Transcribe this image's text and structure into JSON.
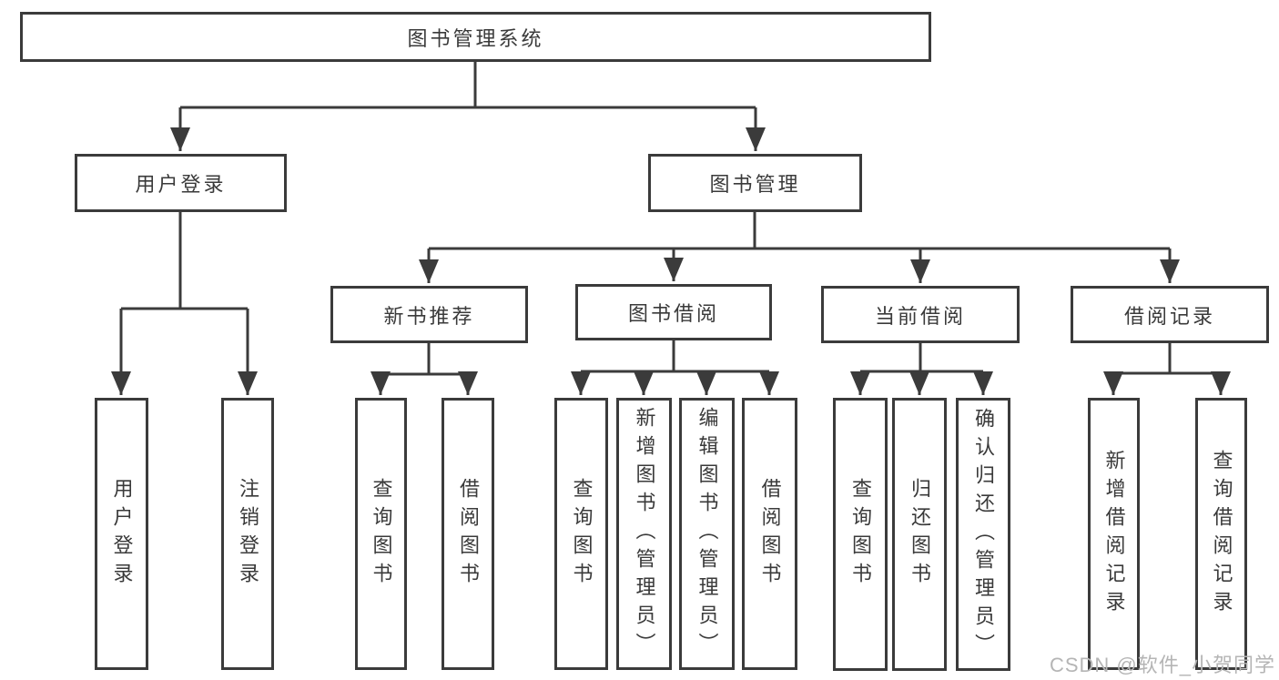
{
  "diagram": {
    "root": {
      "label": "图书管理系统"
    },
    "level2": [
      {
        "label": "用户登录"
      },
      {
        "label": "图书管理"
      }
    ],
    "level3": [
      {
        "label": "新书推荐"
      },
      {
        "label": "图书借阅"
      },
      {
        "label": "当前借阅"
      },
      {
        "label": "借阅记录"
      }
    ],
    "leaves": [
      {
        "label": "用户登录"
      },
      {
        "label": "注销登录"
      },
      {
        "label": "查询图书"
      },
      {
        "label": "借阅图书"
      },
      {
        "label": "查询图书"
      },
      {
        "label": "新增图书（管理员）"
      },
      {
        "label": "编辑图书（管理员）"
      },
      {
        "label": "借阅图书"
      },
      {
        "label": "查询图书"
      },
      {
        "label": "归还图书"
      },
      {
        "label": "确认归还（管理员）"
      },
      {
        "label": "新增借阅记录"
      },
      {
        "label": "查询借阅记录"
      }
    ]
  },
  "watermark": {
    "text": "CSDN @软件_小贺同学"
  },
  "colors": {
    "line": "#3b3b3b",
    "text": "#3a3a3a",
    "background": "#ffffff",
    "watermark": "#b5b5b5"
  }
}
